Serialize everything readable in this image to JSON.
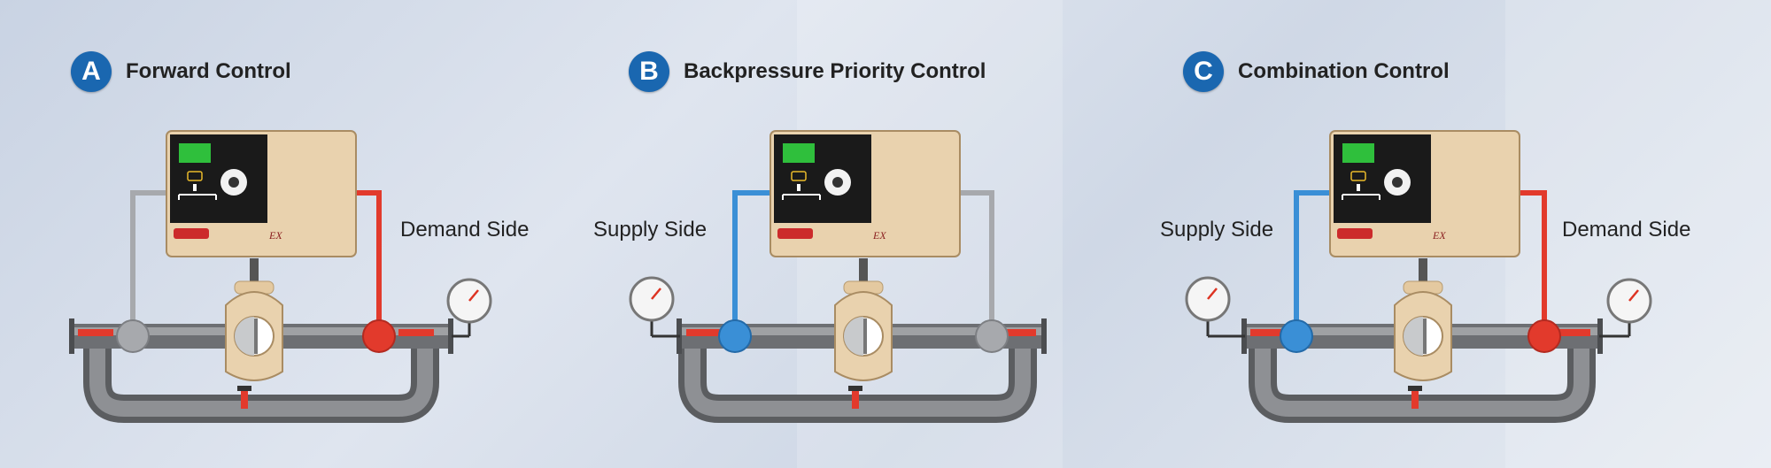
{
  "panels": [
    {
      "letter": "A",
      "title": "Forward Control",
      "labels": {
        "left": "",
        "right": "Demand Side"
      },
      "variant": "forward"
    },
    {
      "letter": "B",
      "title": "Backpressure Priority Control",
      "labels": {
        "left": "Supply Side",
        "right": ""
      },
      "variant": "backpressure"
    },
    {
      "letter": "C",
      "title": "Combination Control",
      "labels": {
        "left": "Supply Side",
        "right": "Demand Side"
      },
      "variant": "combination"
    }
  ],
  "controller": {
    "brand_mark": "EX"
  },
  "colors": {
    "accent": "#1a67b0",
    "supply_pipe": "#3a8fd6",
    "demand_pipe": "#e23a2c",
    "sense_pipe": "#a7a9ad",
    "controller_body": "#e9d2ae",
    "screen": "#2fbf3c"
  }
}
